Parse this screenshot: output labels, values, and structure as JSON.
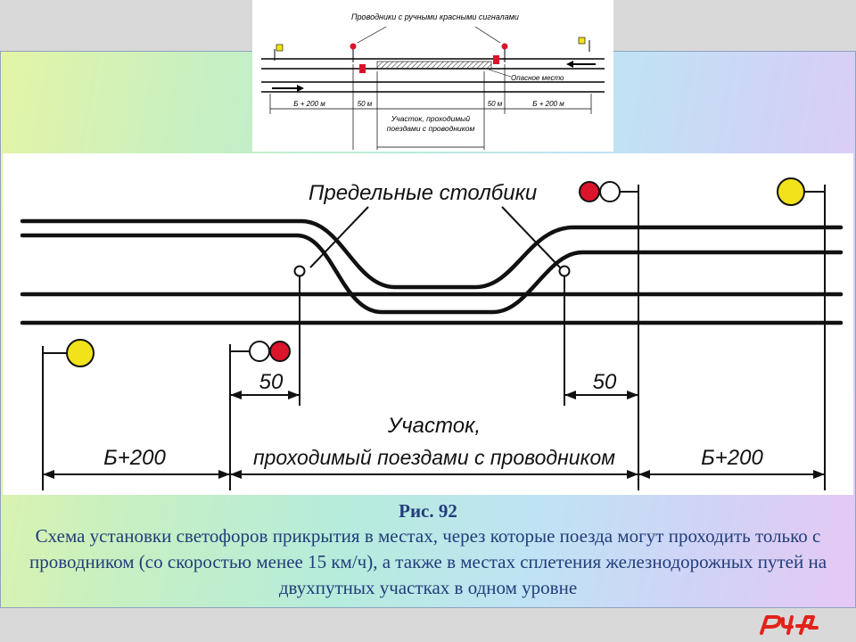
{
  "thumbnail": {
    "title": "Проводники с ручными красными сигналами",
    "danger_label": "Опасное место",
    "dims": [
      "Б + 200 м",
      "50 м",
      "50 м",
      "Б + 200 м"
    ],
    "section_label": "Участок, проходимый поездами с проводником"
  },
  "figure": {
    "posts_label": "Предельные столбики",
    "dim_left_50": "50",
    "dim_right_50": "50",
    "dim_left_b200": "Б+200",
    "dim_right_b200": "Б+200",
    "section_line1": "Участок,",
    "section_line2": "проходимый поездами с проводником"
  },
  "caption": {
    "title": "Рис. 92",
    "text": "Схема установки светофоров прикрытия в местах, через которые поезда могут проходить только с проводником (со скоростью менее 15 км/ч), а также в местах сплетения железнодорожных путей на двухпутных участках в одном уровне"
  },
  "colors": {
    "caption": "#223d7a",
    "signal_red": "#d9142b",
    "signal_yellow": "#f2e21a",
    "logo": "#e2231a"
  }
}
